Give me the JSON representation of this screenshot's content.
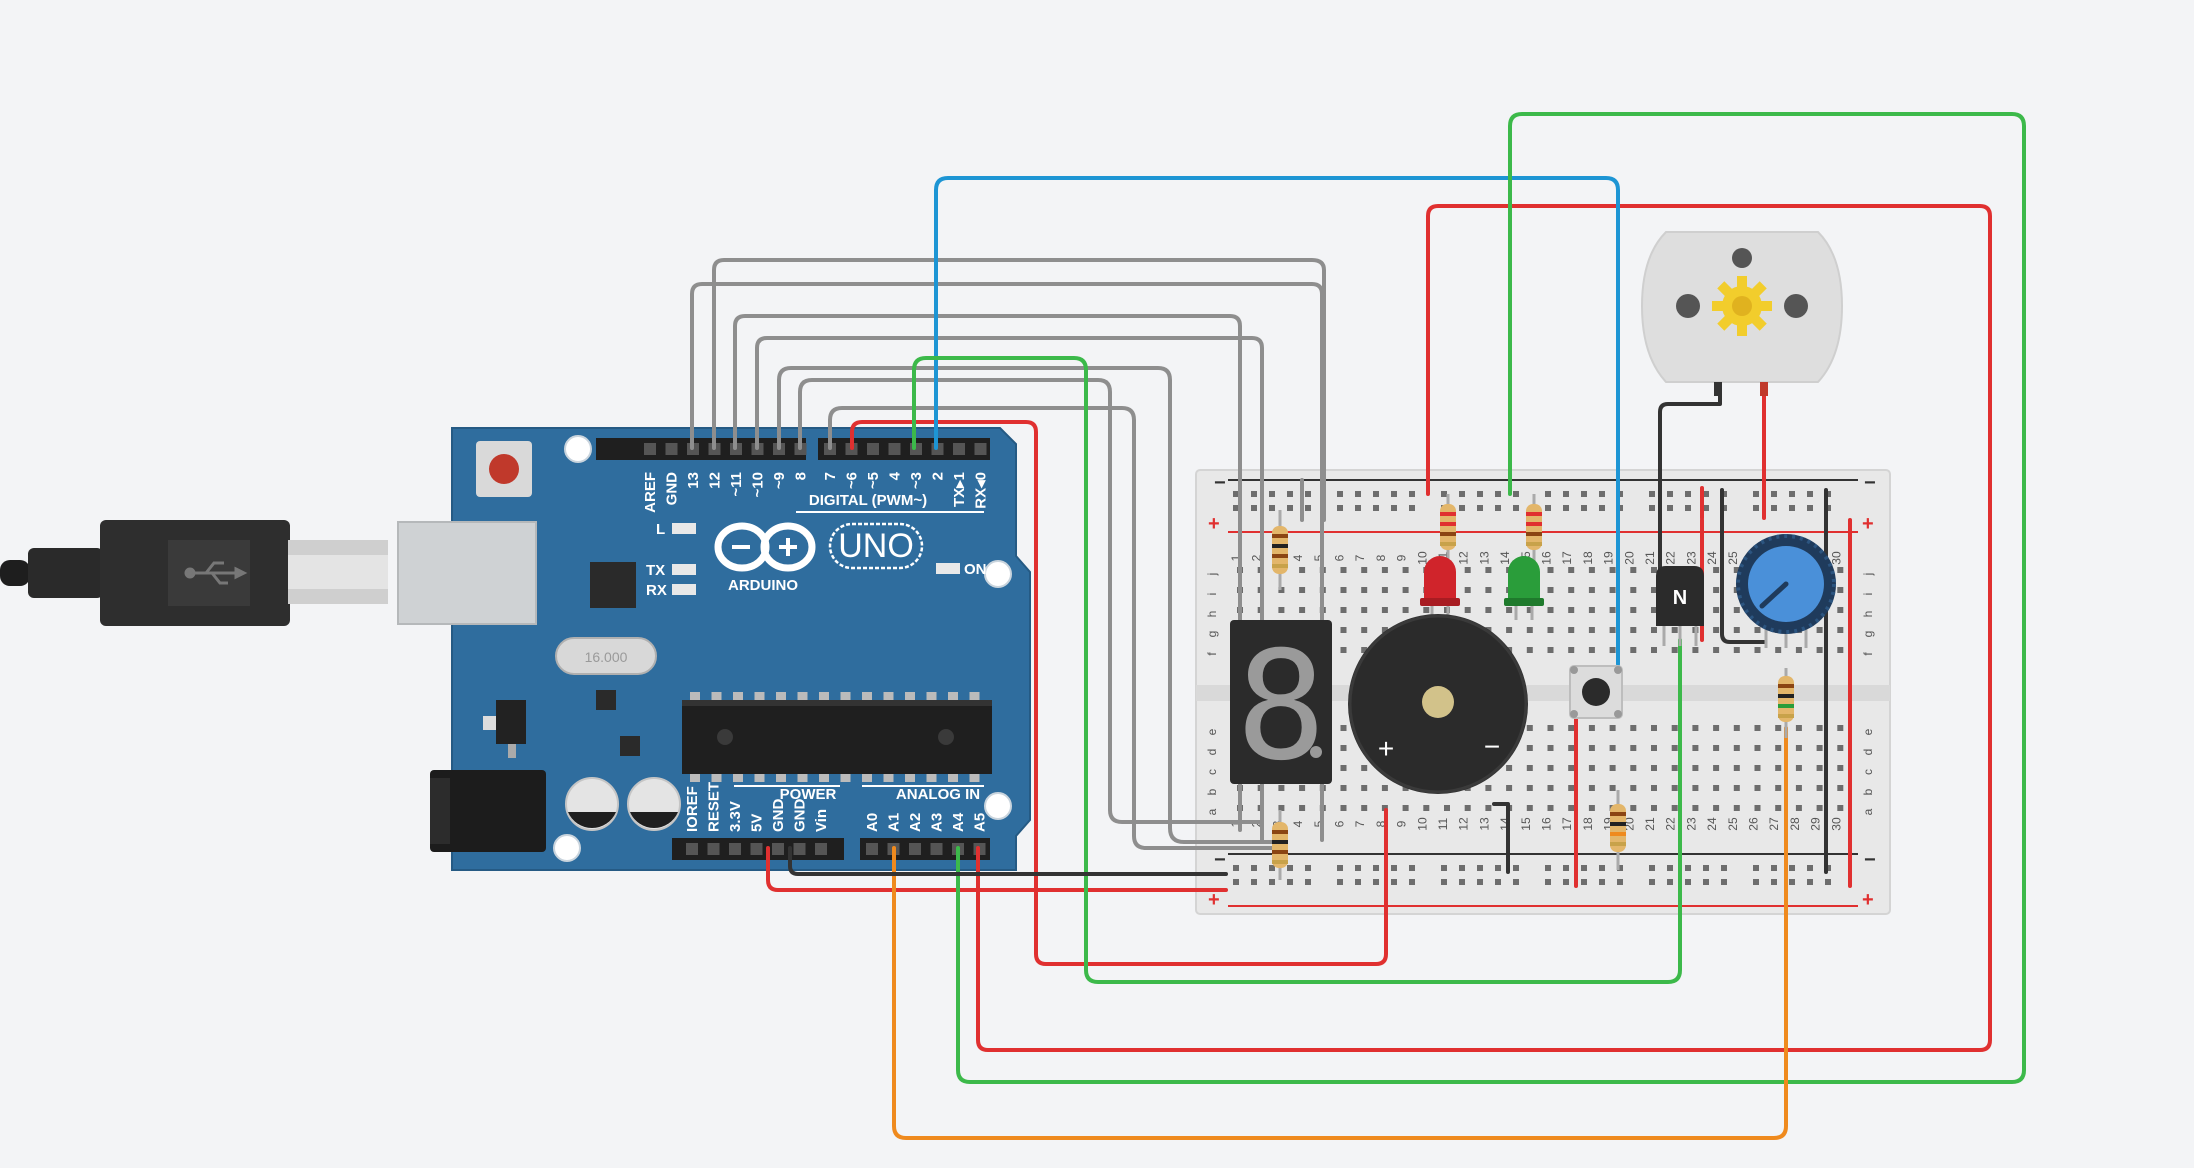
{
  "colors": {
    "background": "#f3f4f6",
    "arduino_blue": "#2f6d9e",
    "wire_red": "#e03030",
    "wire_green": "#3cb94a",
    "wire_blue": "#1d95d4",
    "wire_gray": "#8e8e8e",
    "wire_black": "#333333",
    "wire_orange": "#ef8a1e"
  },
  "arduino": {
    "brand": "ARDUINO",
    "model": "UNO",
    "crystal_marking": "16.000",
    "section_digital": "DIGITAL (PWM~)",
    "section_power": "POWER",
    "section_analog": "ANALOG IN",
    "led_l": "L",
    "led_tx": "TX",
    "led_rx": "RX",
    "led_on": "ON",
    "digital_pins_left": [
      "AREF",
      "GND",
      "13",
      "12",
      "~11",
      "~10",
      "~9",
      "8"
    ],
    "digital_pins_right": [
      "7",
      "~6",
      "~5",
      "4",
      "~3",
      "2",
      "TX▸1",
      "RX◂0"
    ],
    "power_pins": [
      "IOREF",
      "RESET",
      "3.3V",
      "5V",
      "GND",
      "GND",
      "Vin"
    ],
    "analog_pins": [
      "A0",
      "A1",
      "A2",
      "A3",
      "A4",
      "A5"
    ]
  },
  "breadboard": {
    "row_letters_top": [
      "j",
      "i",
      "h",
      "g",
      "f"
    ],
    "row_letters_bottom": [
      "e",
      "d",
      "c",
      "b",
      "a"
    ],
    "column_numbers": [
      "1",
      "2",
      "3",
      "4",
      "5",
      "6",
      "7",
      "8",
      "9",
      "10",
      "11",
      "12",
      "13",
      "14",
      "15",
      "16",
      "17",
      "18",
      "19",
      "20",
      "21",
      "22",
      "23",
      "24",
      "25",
      "26",
      "27",
      "28",
      "29",
      "30"
    ],
    "rail_plus": "+",
    "rail_minus": "−"
  },
  "components": {
    "transistor_label": "N",
    "seven_segment_digit": "8",
    "buzzer_plus": "+",
    "buzzer_minus": "−"
  },
  "icons": {
    "usb": "usb-icon",
    "arduino_logo": "arduino-infinity-logo-icon",
    "motor_gear": "gear-icon"
  }
}
